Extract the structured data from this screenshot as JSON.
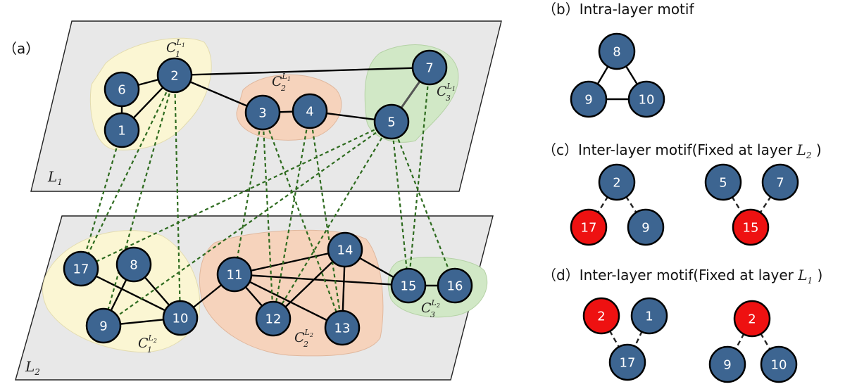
{
  "panels": {
    "a": "（a）",
    "b": "（b）Intra-layer motif",
    "c": "（c）Inter-layer motif(Fixed at layer ",
    "c_close": " )",
    "d": "（d）Inter-layer motif(Fixed at layer ",
    "d_close": " )"
  },
  "layers": {
    "L1": {
      "main": "L",
      "sub": "1"
    },
    "L2": {
      "main": "L",
      "sub": "2"
    }
  },
  "communities": {
    "c1_L1": {
      "main": "C",
      "sub": "1",
      "sup": "L",
      "supsub": "1"
    },
    "c2_L1": {
      "main": "C",
      "sub": "2",
      "sup": "L",
      "supsub": "1"
    },
    "c3_L1": {
      "main": "C",
      "sub": "3",
      "sup": "L",
      "supsub": "1"
    },
    "c1_L2": {
      "main": "C",
      "sub": "1",
      "sup": "L",
      "supsub": "2"
    },
    "c2_L2": {
      "main": "C",
      "sub": "2",
      "sup": "L",
      "supsub": "2"
    },
    "c3_L2": {
      "main": "C",
      "sub": "3",
      "sup": "L",
      "supsub": "2"
    }
  },
  "colors": {
    "node_blue": "#3d6591",
    "node_red": "#ee1111",
    "hull_yellow": "#fbf6d3",
    "hull_orange": "#f6d3bc",
    "hull_green": "#d1e8c6",
    "inter_edge": "#2e6b1f"
  },
  "nodes": {
    "n1": "1",
    "n2": "2",
    "n3": "3",
    "n4": "4",
    "n5": "5",
    "n6": "6",
    "n7": "7",
    "n8": "8",
    "n9": "9",
    "n10": "10",
    "n11": "11",
    "n12": "12",
    "n13": "13",
    "n14": "14",
    "n15": "15",
    "n16": "16",
    "n17": "17"
  },
  "motifs": {
    "b": [
      "8",
      "9",
      "10"
    ],
    "c_left": [
      "2",
      "17",
      "9"
    ],
    "c_right": [
      "5",
      "7",
      "15"
    ],
    "d_left": [
      "2",
      "1",
      "17"
    ],
    "d_right": [
      "2",
      "9",
      "10"
    ]
  }
}
